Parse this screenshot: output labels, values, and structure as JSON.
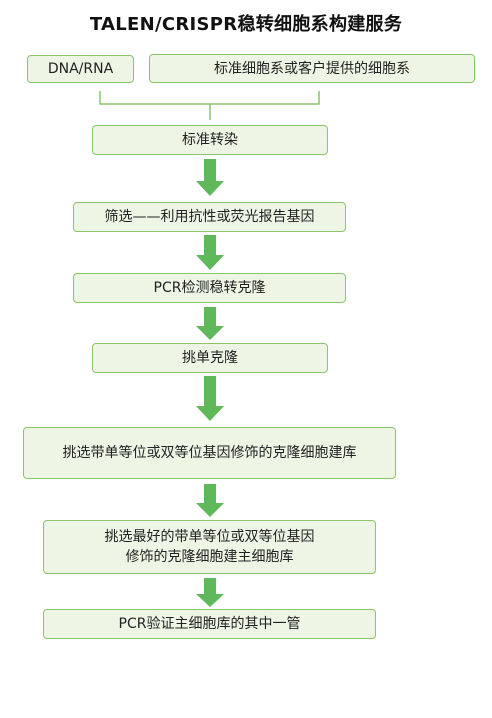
{
  "title": "TALEN/CRISPR稳转细胞系构建服务",
  "inputs": {
    "left": "DNA/RNA",
    "right": "标准细胞系或客户提供的细胞系"
  },
  "steps": [
    {
      "text": "标准转染"
    },
    {
      "text": "筛选——利用抗性或荧光报告基因"
    },
    {
      "text": "PCR检测稳转克隆"
    },
    {
      "text": "挑单克隆"
    },
    {
      "text": "挑选带单等位或双等位基因修饰的克隆细胞建库"
    },
    {
      "line1": "挑选最好的带单等位或双等位基因",
      "line2": "修饰的克隆细胞建主细胞库"
    },
    {
      "text": "PCR验证主细胞库的其中一管"
    }
  ],
  "colors": {
    "box_fill": "#eef5e4",
    "box_border": "#8cc46c",
    "arrow": "#5fb85a"
  }
}
